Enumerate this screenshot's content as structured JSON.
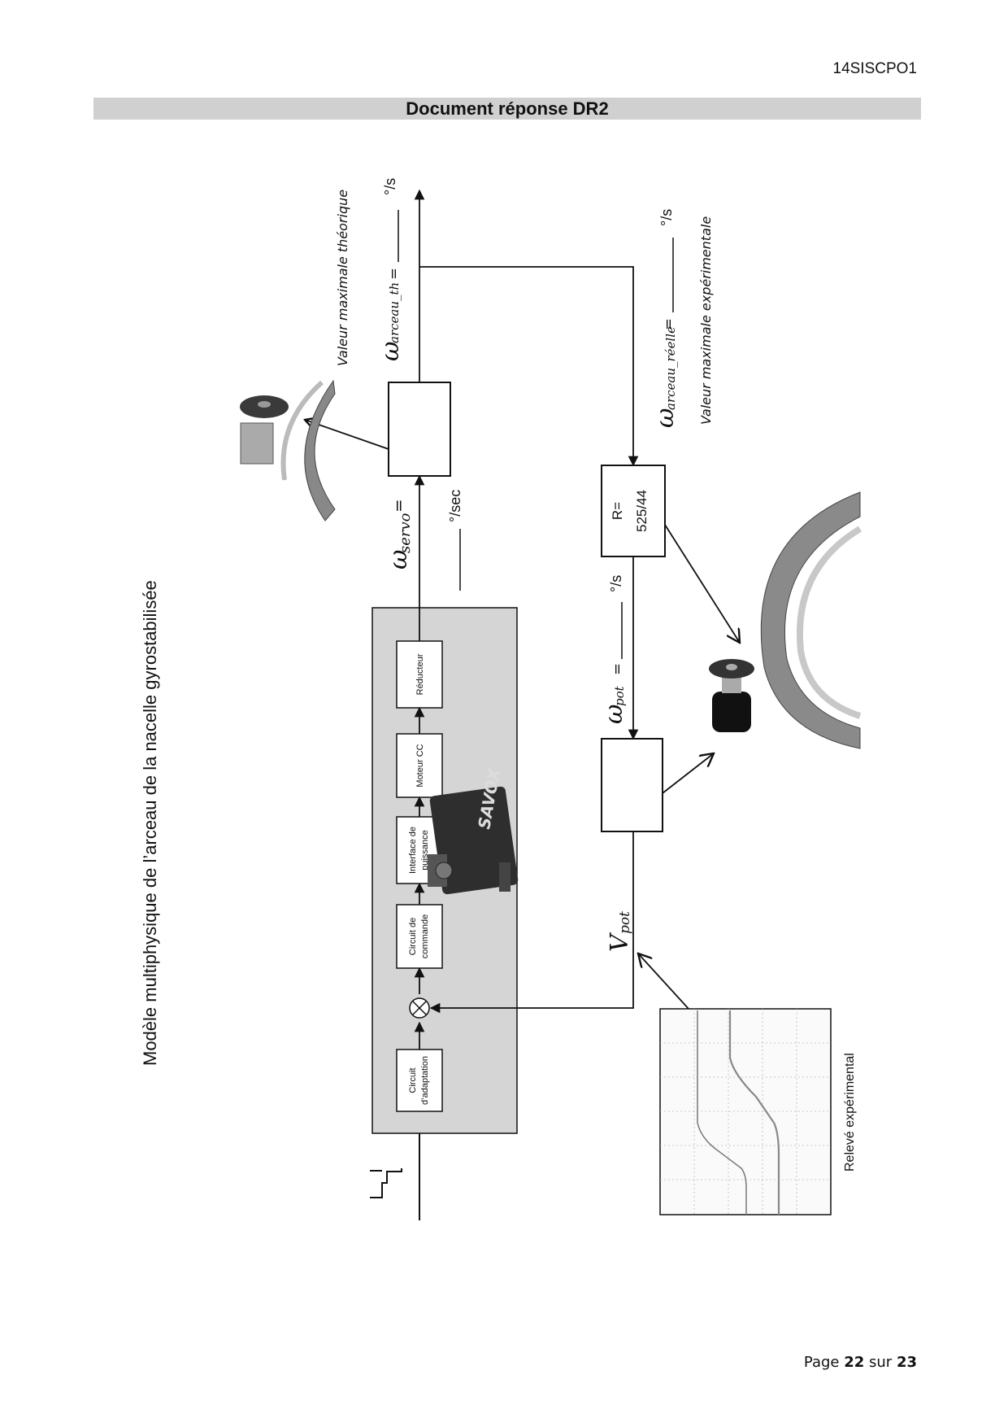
{
  "header": {
    "code": "14SISCPO1",
    "title": "Document réponse DR2"
  },
  "diagram": {
    "main_title": "Modèle multiphysique de l’arceau de la nacelle gyrostabilisée",
    "blocks": {
      "adaptation": [
        "Circuit",
        "d’adaptation"
      ],
      "commande": [
        "Circuit de",
        "commande"
      ],
      "interface": [
        "Interface de",
        "puissance"
      ],
      "moteur": "Moteur CC",
      "reducteur": "Réducteur",
      "ratio": [
        "R=",
        "525/44"
      ]
    },
    "servo_brand": "SAVOX",
    "labels": {
      "omega": "ω",
      "servo_sub": "servo",
      "servo_eq": "=",
      "servo_unit": "°/sec",
      "th_sub": "arceau_th",
      "th_eq": "=",
      "th_unit": "°/s",
      "th_caption": "Valeur maximale théorique",
      "reelle_sub": "arceau_réelle",
      "reelle_eq": "=",
      "reelle_unit": "°/s",
      "reelle_caption": "Valeur maximale expérimentale",
      "pot_sub": "pot",
      "pot_eq": "=",
      "pot_unit": "°/s",
      "vpot_main": "V",
      "vpot_sub": "pot",
      "releve": "Relevé expérimental"
    }
  },
  "footer": {
    "page_word": "Page",
    "page": "22",
    "of_word": "sur",
    "total": "23"
  }
}
